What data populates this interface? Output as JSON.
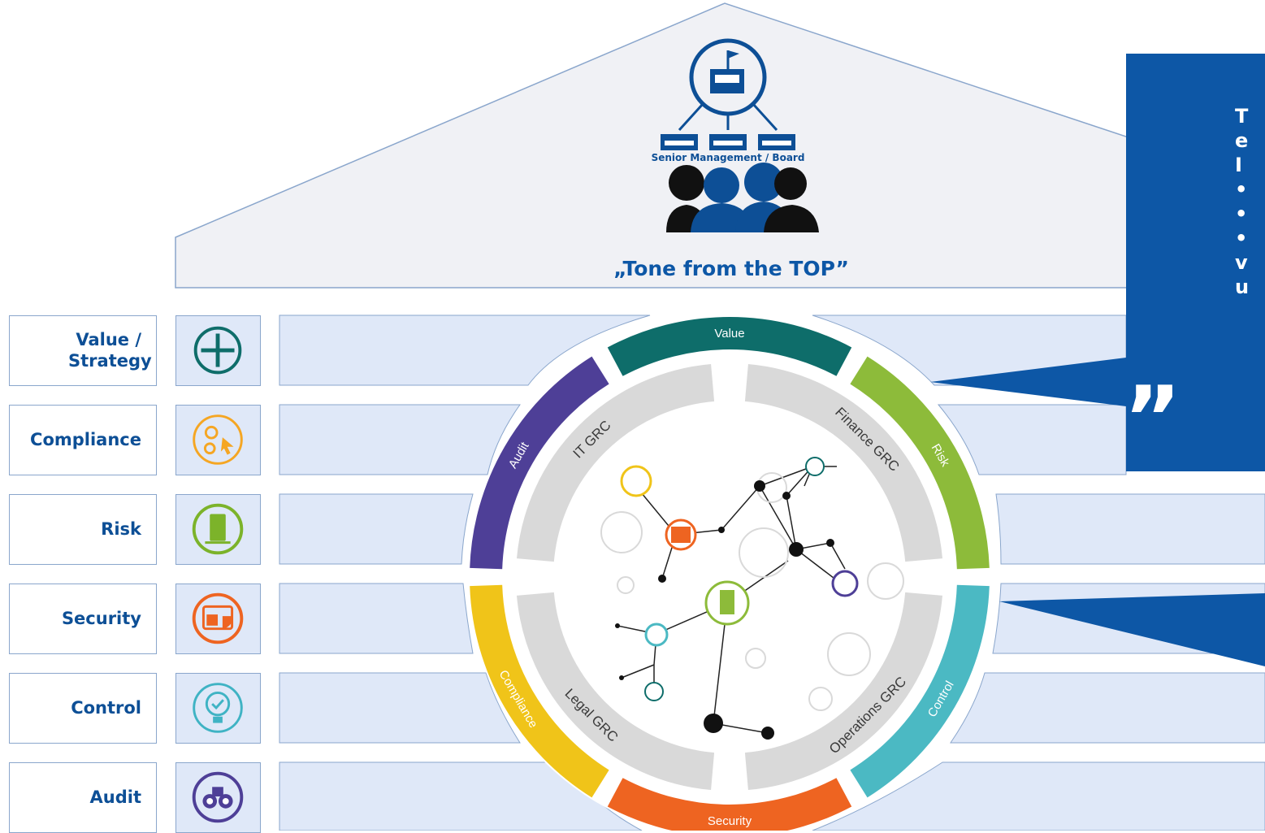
{
  "roof": {
    "board_label": "Senior Management / Board",
    "tagline": "„Tone from the TOP”"
  },
  "pillars": [
    {
      "label": "Value / Strategy",
      "icon": "plus-circle-icon",
      "color": "#0e6d6a"
    },
    {
      "label": "Compliance",
      "icon": "compliance-checkmark-icon",
      "color": "#f5a623"
    },
    {
      "label": "Risk",
      "icon": "building-icon",
      "color": "#7cb32a"
    },
    {
      "label": "Security",
      "icon": "security-screen-icon",
      "color": "#ee6421"
    },
    {
      "label": "Control",
      "icon": "control-lightbulb-icon",
      "color": "#3fb3c4"
    },
    {
      "label": "Audit",
      "icon": "binoculars-icon",
      "color": "#4e3f97"
    }
  ],
  "wheel": {
    "outer_segments": [
      {
        "label": "Value",
        "color": "#0e6d6a"
      },
      {
        "label": "Risk",
        "color": "#8dbb3a"
      },
      {
        "label": "Control",
        "color": "#4bb9c3"
      },
      {
        "label": "Security",
        "color": "#ee6421"
      },
      {
        "label": "Compliance",
        "color": "#f0c419"
      },
      {
        "label": "Audit",
        "color": "#4e3f97"
      }
    ],
    "inner_segments": [
      "IT GRC",
      "Finance GRC",
      "Operations GRC",
      "Legal GRC"
    ]
  },
  "callout": {
    "color": "#0d57a6",
    "quote_mark": "”",
    "lines": [
      "T",
      "e",
      "I",
      "•",
      "•",
      "•",
      "v",
      "u"
    ]
  }
}
